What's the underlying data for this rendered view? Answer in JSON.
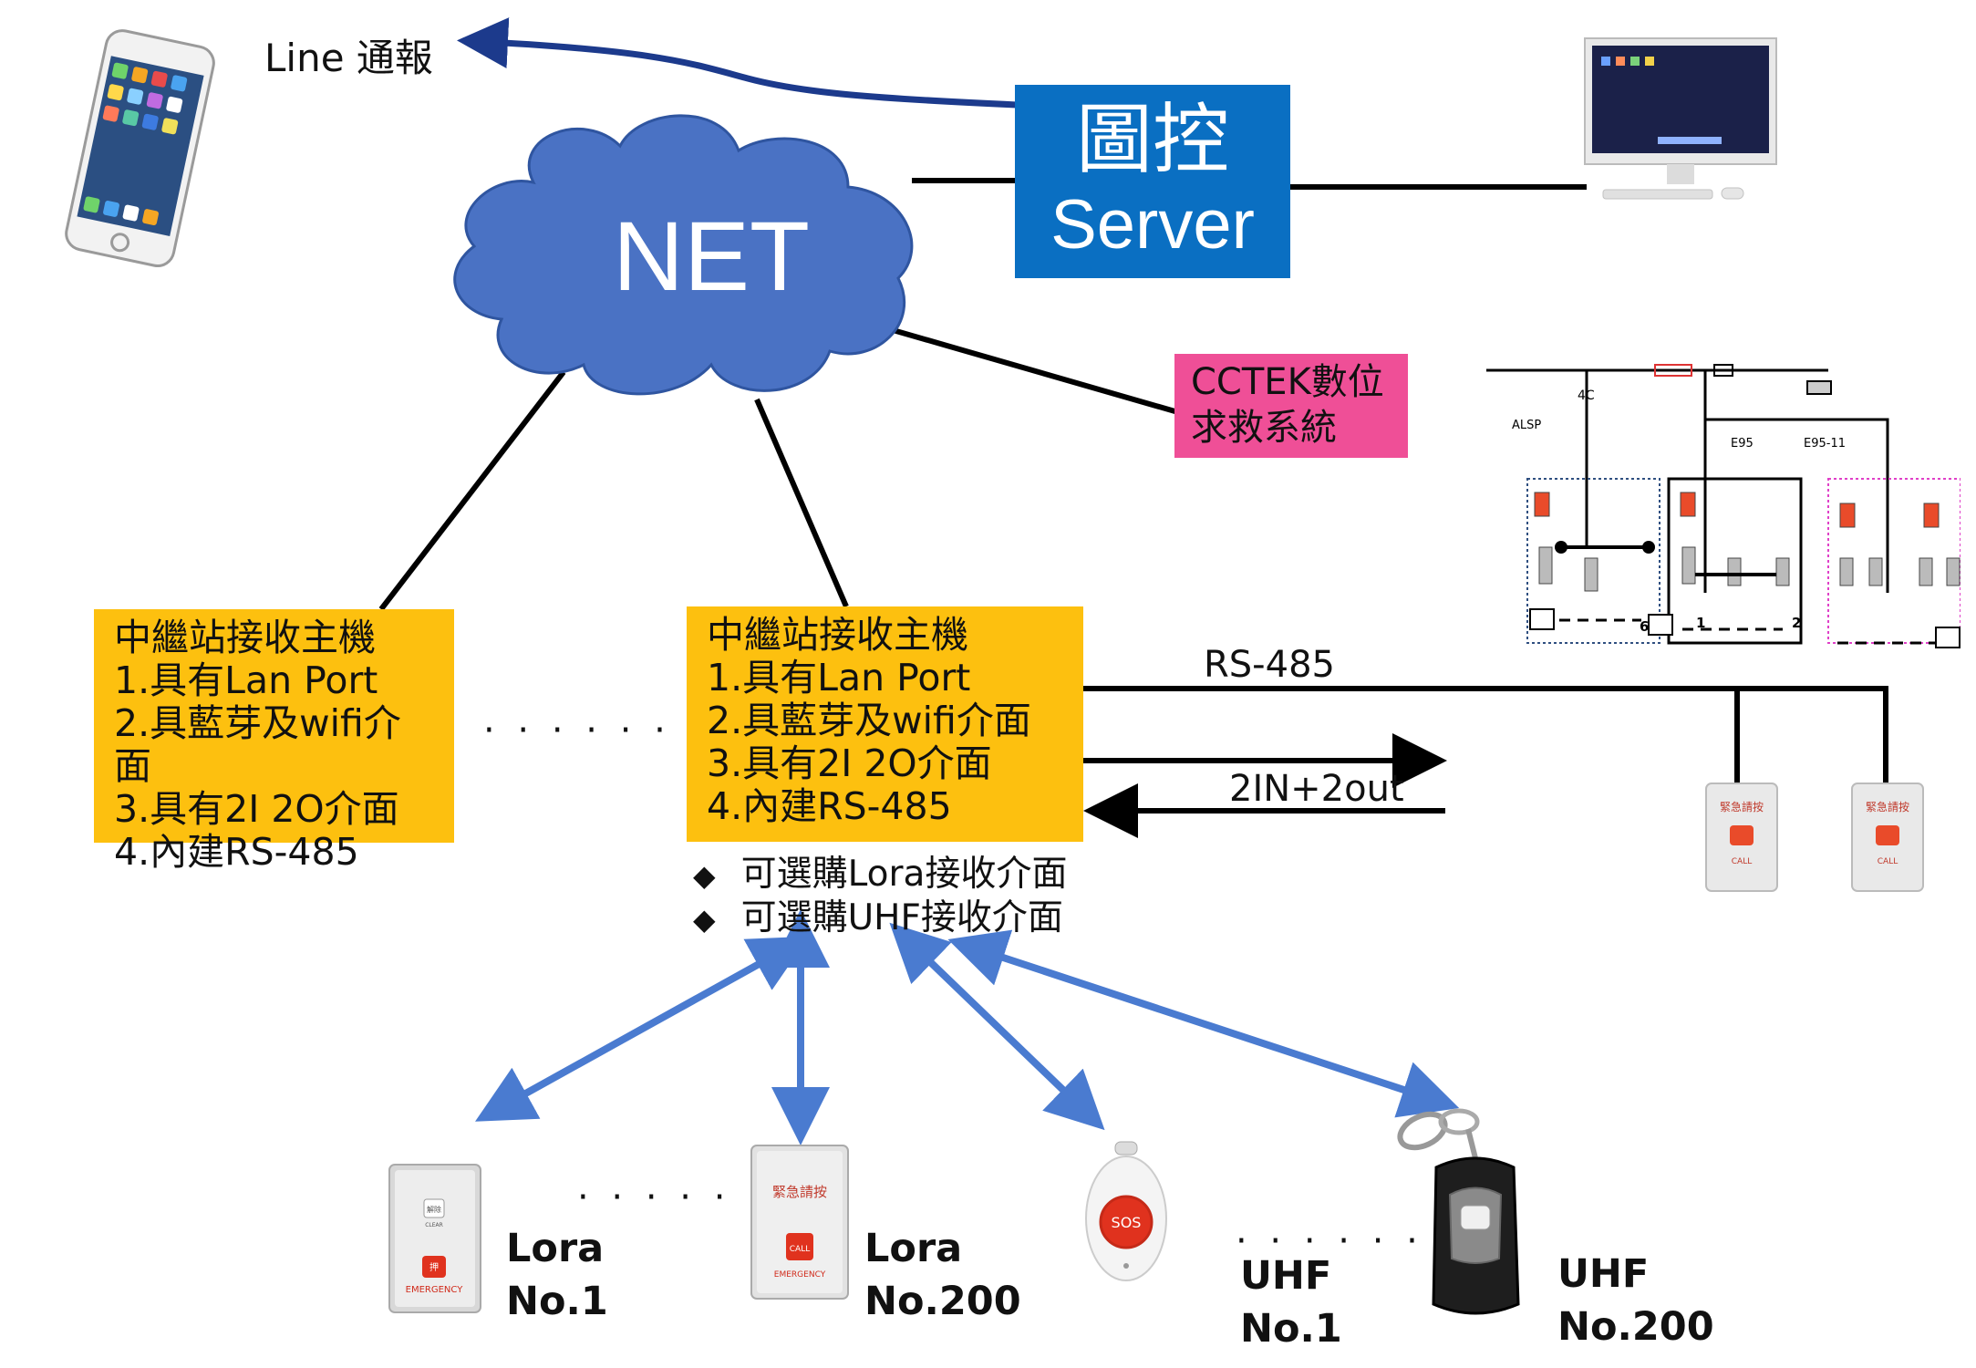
{
  "colors": {
    "accent_blue": "#0a6fc2",
    "cloud_blue": "#4a72c4",
    "box_yellow": "#fdc00f",
    "pink": "#ef4f97",
    "arrow_blue": "#4a7bd0",
    "line": "#000000"
  },
  "phone": {
    "notify_label": "Line 通報"
  },
  "cloud": {
    "label": "NET"
  },
  "server": {
    "line1": "圖控",
    "line2": "Server"
  },
  "cctek": {
    "line1": "CCTEK數位",
    "line2": "求救系統"
  },
  "relay_hosts": [
    {
      "title": "中繼站接收主機",
      "features": [
        "1.具有Lan Port",
        "2.具藍芽及wifi介面",
        "3.具有2I 2O介面",
        "4.內建RS-485"
      ]
    },
    {
      "title": "中繼站接收主機",
      "features": [
        "1.具有Lan Port",
        "2.具藍芽及wifi介面",
        "3.具有2I 2O介面",
        "4.內建RS-485"
      ]
    }
  ],
  "separator_dots": "· · · · · ·",
  "options": [
    "可選購Lora接收介面",
    "可選購UHF接收介面"
  ],
  "bus_labels": {
    "rs485": "RS-485",
    "io": "2IN+2out"
  },
  "devices": [
    {
      "line1": "Lora",
      "line2": "No.1"
    },
    {
      "line1": "Lora",
      "line2": "No.200"
    },
    {
      "line1": "UHF",
      "line2": "No.1"
    },
    {
      "line1": "UHF",
      "line2": "No.200"
    }
  ],
  "device_icons": {
    "lora_clear": "解除",
    "lora_clear_en": "CLEAR",
    "lora_emergency": "EMERGENCY",
    "call_zh": "押",
    "call_en": "CALL",
    "panel_zh": "緊急請按",
    "sos": "SOS"
  },
  "schematic_labels": {
    "top_left_tag": "4C",
    "col_left": "ALSP",
    "col_mid": "E95",
    "col_right": "E95-11",
    "num1": "1",
    "num2": "2",
    "num6": "6"
  }
}
